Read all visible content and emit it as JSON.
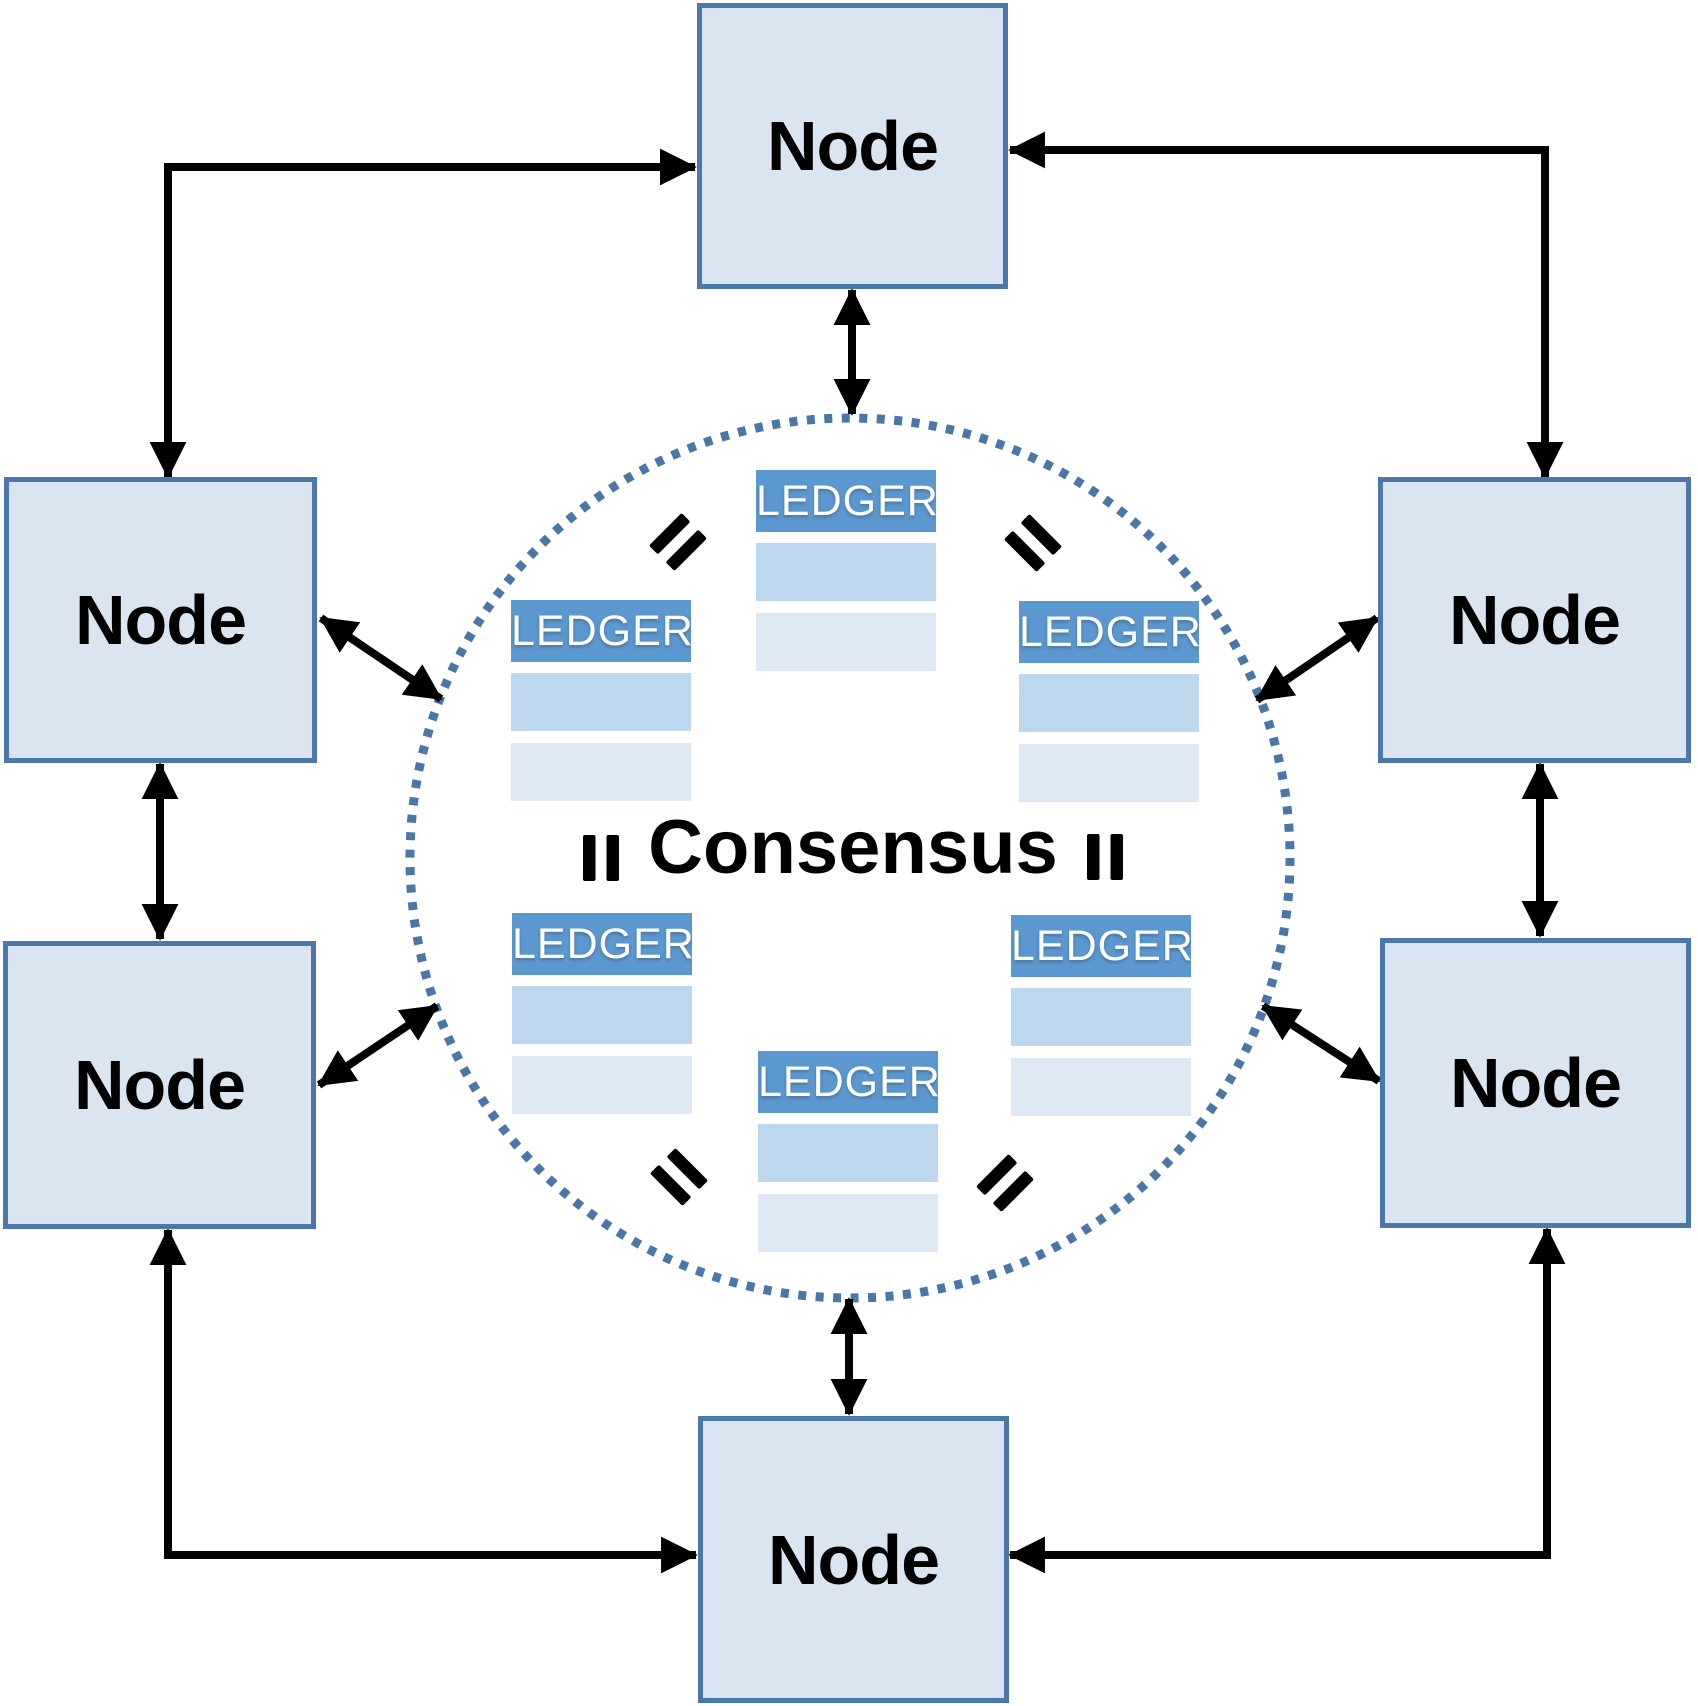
{
  "consensus": {
    "label": "Consensus"
  },
  "nodes": [
    {
      "id": "top",
      "label": "Node"
    },
    {
      "id": "upper-left",
      "label": "Node"
    },
    {
      "id": "upper-right",
      "label": "Node"
    },
    {
      "id": "lower-left",
      "label": "Node"
    },
    {
      "id": "lower-right",
      "label": "Node"
    },
    {
      "id": "bottom",
      "label": "Node"
    }
  ],
  "ledgers": [
    {
      "id": "top",
      "label": "LEDGER"
    },
    {
      "id": "upper-left",
      "label": "LEDGER"
    },
    {
      "id": "upper-right",
      "label": "LEDGER"
    },
    {
      "id": "lower-left",
      "label": "LEDGER"
    },
    {
      "id": "lower-right",
      "label": "LEDGER"
    },
    {
      "id": "bottom",
      "label": "LEDGER"
    }
  ],
  "icons": {
    "equals_sign": "=",
    "double_arrow": "bidirectional-arrow",
    "dotted_circle": "consensus-boundary-circle"
  },
  "colors": {
    "node_fill": "#dbe5f1",
    "node_border": "#4a78ab",
    "ledger_header": "#5b98d0",
    "ledger_row1": "#bdd7ee",
    "ledger_row2": "#dfe9f5",
    "circle_dots": "#4a77a8",
    "arrow": "#000000",
    "text": "#000000",
    "ledger_text": "#ffffff",
    "background": "#ffffff"
  }
}
